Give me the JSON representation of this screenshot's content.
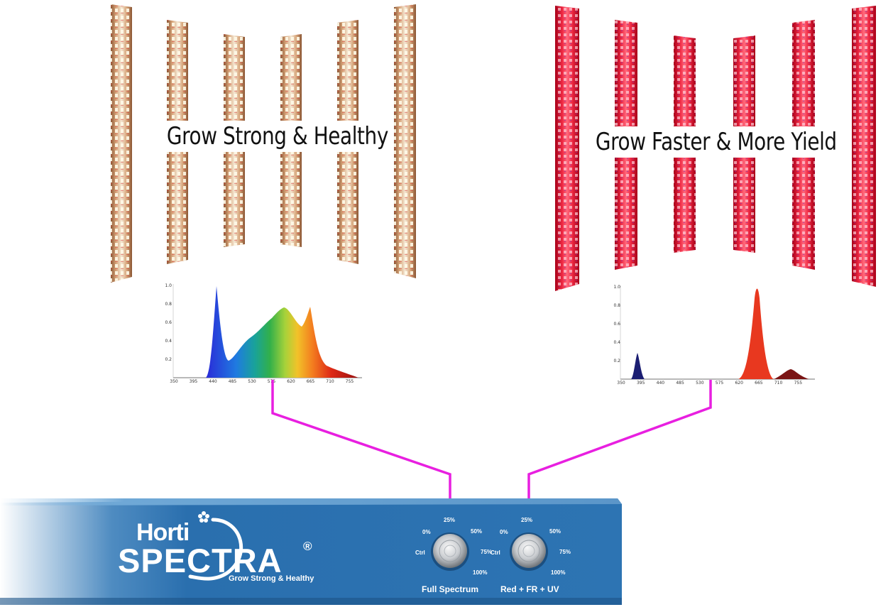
{
  "headlines": {
    "left": "Grow Strong & Healthy",
    "right": "Grow Faster & More Yield"
  },
  "brand": {
    "line1": "Horti",
    "line2": "SPECTRA",
    "registered": "®",
    "tagline": "Grow Strong & Healthy"
  },
  "knobs": [
    {
      "label": "Full Spectrum",
      "ticks": [
        "Ctrl",
        "0%",
        "25%",
        "50%",
        "75%",
        "100%"
      ]
    },
    {
      "label": "Red + FR + UV",
      "ticks": [
        "Ctrl",
        "0%",
        "25%",
        "50%",
        "75%",
        "100%"
      ]
    }
  ],
  "spectra": {
    "x_ticks": [
      "350",
      "395",
      "440",
      "485",
      "530",
      "575",
      "620",
      "665",
      "710",
      "755"
    ],
    "y_ticks": [
      "1.0",
      "0.8",
      "0.6",
      "0.4",
      "0.2"
    ]
  },
  "colors": {
    "connector": "#e81fe0",
    "controller_blue": "#2f77b6",
    "full_spectrum_strip": "#b98152",
    "red_strip": "#d8102a"
  }
}
